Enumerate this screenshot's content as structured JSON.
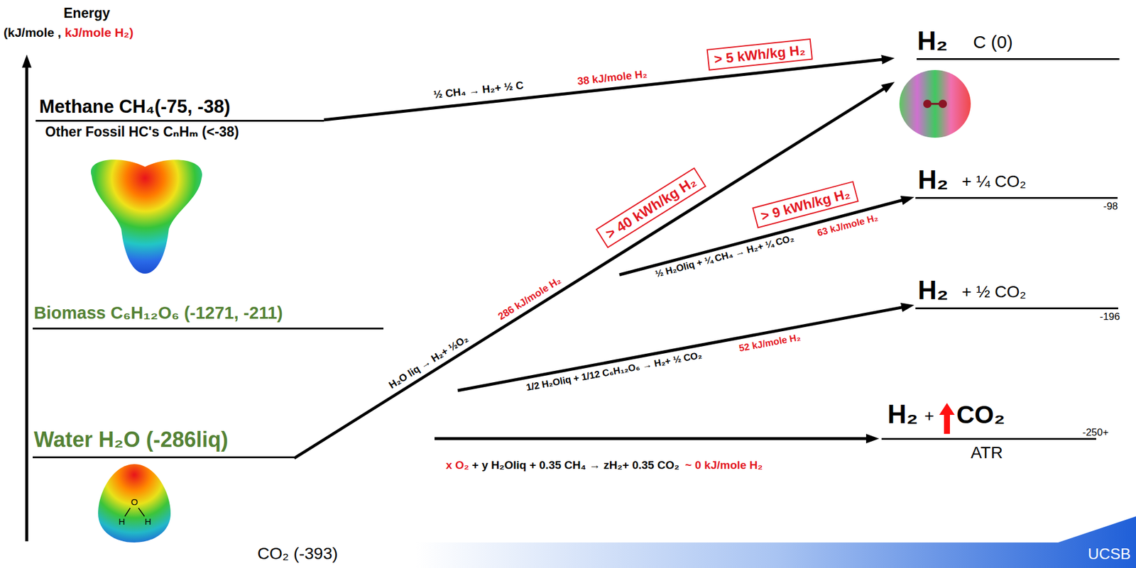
{
  "diagram": {
    "nodes": [
      {
        "text": [
          "Methane CH₄(-75, -38)",
          "Other Fossil HC's CₙHₘ (<-38)"
        ]
      },
      {
        "text": [
          "Biomass C₆H₁₂O₆ (-1271, -211)"
        ]
      },
      {
        "text": [
          "Water H₂O (-286liq)"
        ]
      },
      {
        "text": [
          "H₂",
          "C (0)"
        ]
      },
      {
        "text": [
          "H₂",
          "+ ¼ CO₂",
          "-98"
        ]
      },
      {
        "text": [
          "H₂",
          "+ ½ CO₂",
          "-196"
        ]
      },
      {
        "text": [
          "H₂",
          "+",
          "CO₂",
          "-250+",
          "ATR"
        ]
      }
    ],
    "edges": [
      {
        "from": 0,
        "to": 3,
        "arrow": "to",
        "label": "½ CH₄ → H₂+ ½ C"
      },
      {
        "from": 2,
        "to": 3,
        "arrow": "to",
        "label": "H₂O liq → H₂+ ½O₂"
      }
    ],
    "labels": [
      "Energy",
      "(kJ/mole ,",
      "kJ/mole H₂)",
      "38 kJ/mole H₂",
      "> 5 kWh/kg H₂",
      "286 kJ/mole H₂",
      "> 40 kWh/kg H₂",
      "> 9 kWh/kg H₂",
      "½ H₂Oliq + ¼ CH₄ → H₂+ ¼ CO₂",
      "63 kJ/mole H₂",
      "1/2 H₂Oliq + 1/12 C₆H₁₂O₆ → H₂+ ½ CO₂",
      "52 kJ/mole H₂",
      "x O₂",
      "+ y H₂Oliq + 0.35 CH₄ → zH₂+ 0.35 CO₂",
      "~ 0 kJ/mole H₂",
      "O",
      "H",
      "H",
      "CO₂ (-393)",
      "UCSB"
    ]
  }
}
